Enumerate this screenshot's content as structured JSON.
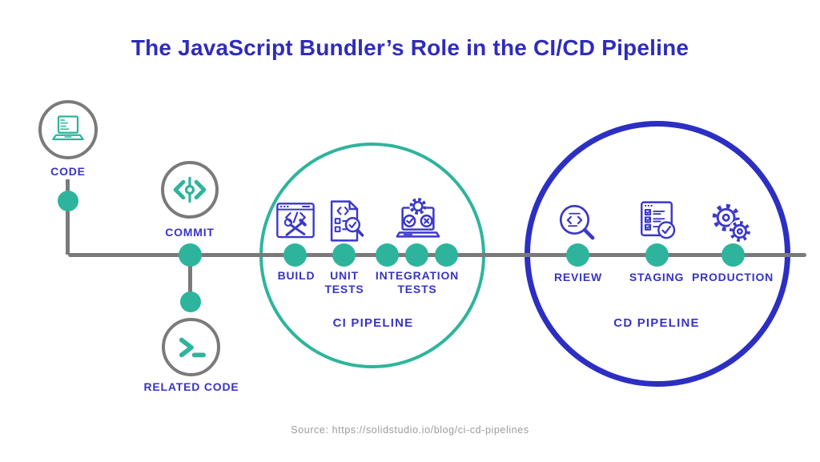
{
  "title": "The JavaScript Bundler’s Role in the CI/CD Pipeline",
  "source_caption": "Source: https://solidstudio.io/blog/ci-cd-pipelines",
  "colors": {
    "accent_teal": "#2eb49c",
    "accent_blue": "#3b38c8",
    "cd_ring_blue": "#2c2fc2",
    "title_blue": "#2f2cba",
    "line_gray": "#7a7a7a",
    "source_gray": "#9b9b9b"
  },
  "nodes": {
    "code": {
      "label": "CODE",
      "icon": "laptop-code-icon"
    },
    "commit": {
      "label": "COMMIT",
      "icon": "git-commit-icon"
    },
    "related_code": {
      "label": "RELATED CODE",
      "icon": "terminal-icon"
    }
  },
  "ci_pipeline": {
    "label": "CI PIPELINE",
    "stages": [
      {
        "label": "BUILD",
        "icon": "build-window-tools-icon"
      },
      {
        "label": "UNIT TESTS",
        "icon": "unit-tests-document-magnifier-icon"
      },
      {
        "label": "INTEGRATION TESTS",
        "icon": "integration-tests-laptop-gear-icon"
      }
    ]
  },
  "cd_pipeline": {
    "label": "CD PIPELINE",
    "stages": [
      {
        "label": "REVIEW",
        "icon": "code-review-magnifier-icon"
      },
      {
        "label": "STAGING",
        "icon": "staging-checklist-icon"
      },
      {
        "label": "PRODUCTION",
        "icon": "production-gears-icon"
      }
    ]
  }
}
